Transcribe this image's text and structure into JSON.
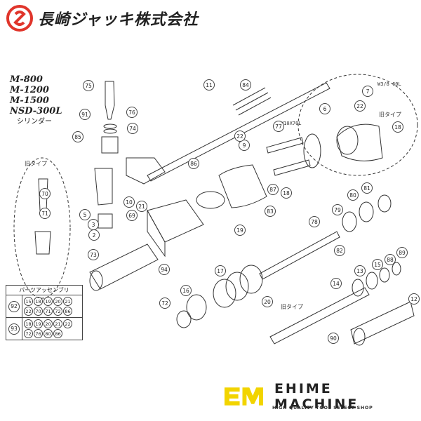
{
  "header": {
    "company": "長崎ジャッキ株式会社",
    "logo_color": "#e0352b"
  },
  "models": {
    "lines": [
      "M-800",
      "M-1200",
      "M-1500",
      "NSD-300L"
    ],
    "subtitle": "シリンダー"
  },
  "notes": {
    "old_type_left": "旧タイプ",
    "old_type_right": "旧タイプ",
    "old_type_bottom": "旧タイプ",
    "bolt_spec": "M10X70L",
    "washer_spec": "W3/8 60L"
  },
  "callouts": [
    "75",
    "84",
    "11",
    "91",
    "76",
    "74",
    "85",
    "70",
    "71",
    "5",
    "10",
    "2",
    "69",
    "21",
    "86",
    "9",
    "22",
    "77",
    "6",
    "7",
    "22",
    "18",
    "19",
    "87",
    "18",
    "83",
    "80",
    "81",
    "79",
    "78",
    "82",
    "73",
    "94",
    "17",
    "20",
    "16",
    "72",
    "14",
    "13",
    "15",
    "88",
    "89",
    "90",
    "12",
    "3"
  ],
  "parts_kit": {
    "title": "パーツアッセンブリ",
    "rows": [
      {
        "id": "92",
        "parts": [
          "15",
          "18",
          "19",
          "20",
          "21",
          "22",
          "70",
          "71",
          "72",
          "86"
        ]
      },
      {
        "id": "93",
        "parts": [
          "18",
          "19",
          "20",
          "21",
          "22",
          "72",
          "76",
          "80",
          "86"
        ]
      }
    ]
  },
  "brand": {
    "name": "EHIME MACHINE",
    "tagline": "HIGH QUALITY TOOL SELECT SHOP",
    "accent": "#f2d400"
  }
}
